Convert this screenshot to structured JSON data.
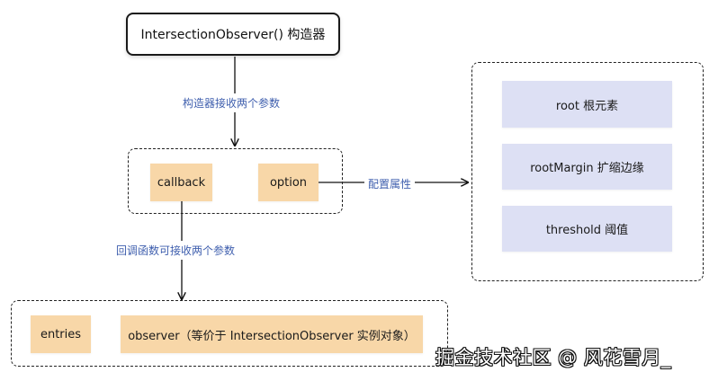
{
  "nodes": {
    "constructor": "IntersectionObserver() 构造器",
    "callback": "callback",
    "option": "option",
    "root": "root 根元素",
    "root_margin": "rootMargin 扩缩边缘",
    "threshold": "threshold 阈值",
    "entries": "entries",
    "observer": "observer（等价于 IntersectionObserver 实例对象）"
  },
  "edges": {
    "constructor_params": "构造器接收两个参数",
    "option_props": "配置属性",
    "callback_params": "回调函数可接收两个参数"
  },
  "watermark": "掘金技术社区 @ 风花雪月_",
  "colors": {
    "orange_box": "#f8d7a8",
    "lavender_box": "#dde0f4",
    "edge_label": "#3f5fae"
  }
}
